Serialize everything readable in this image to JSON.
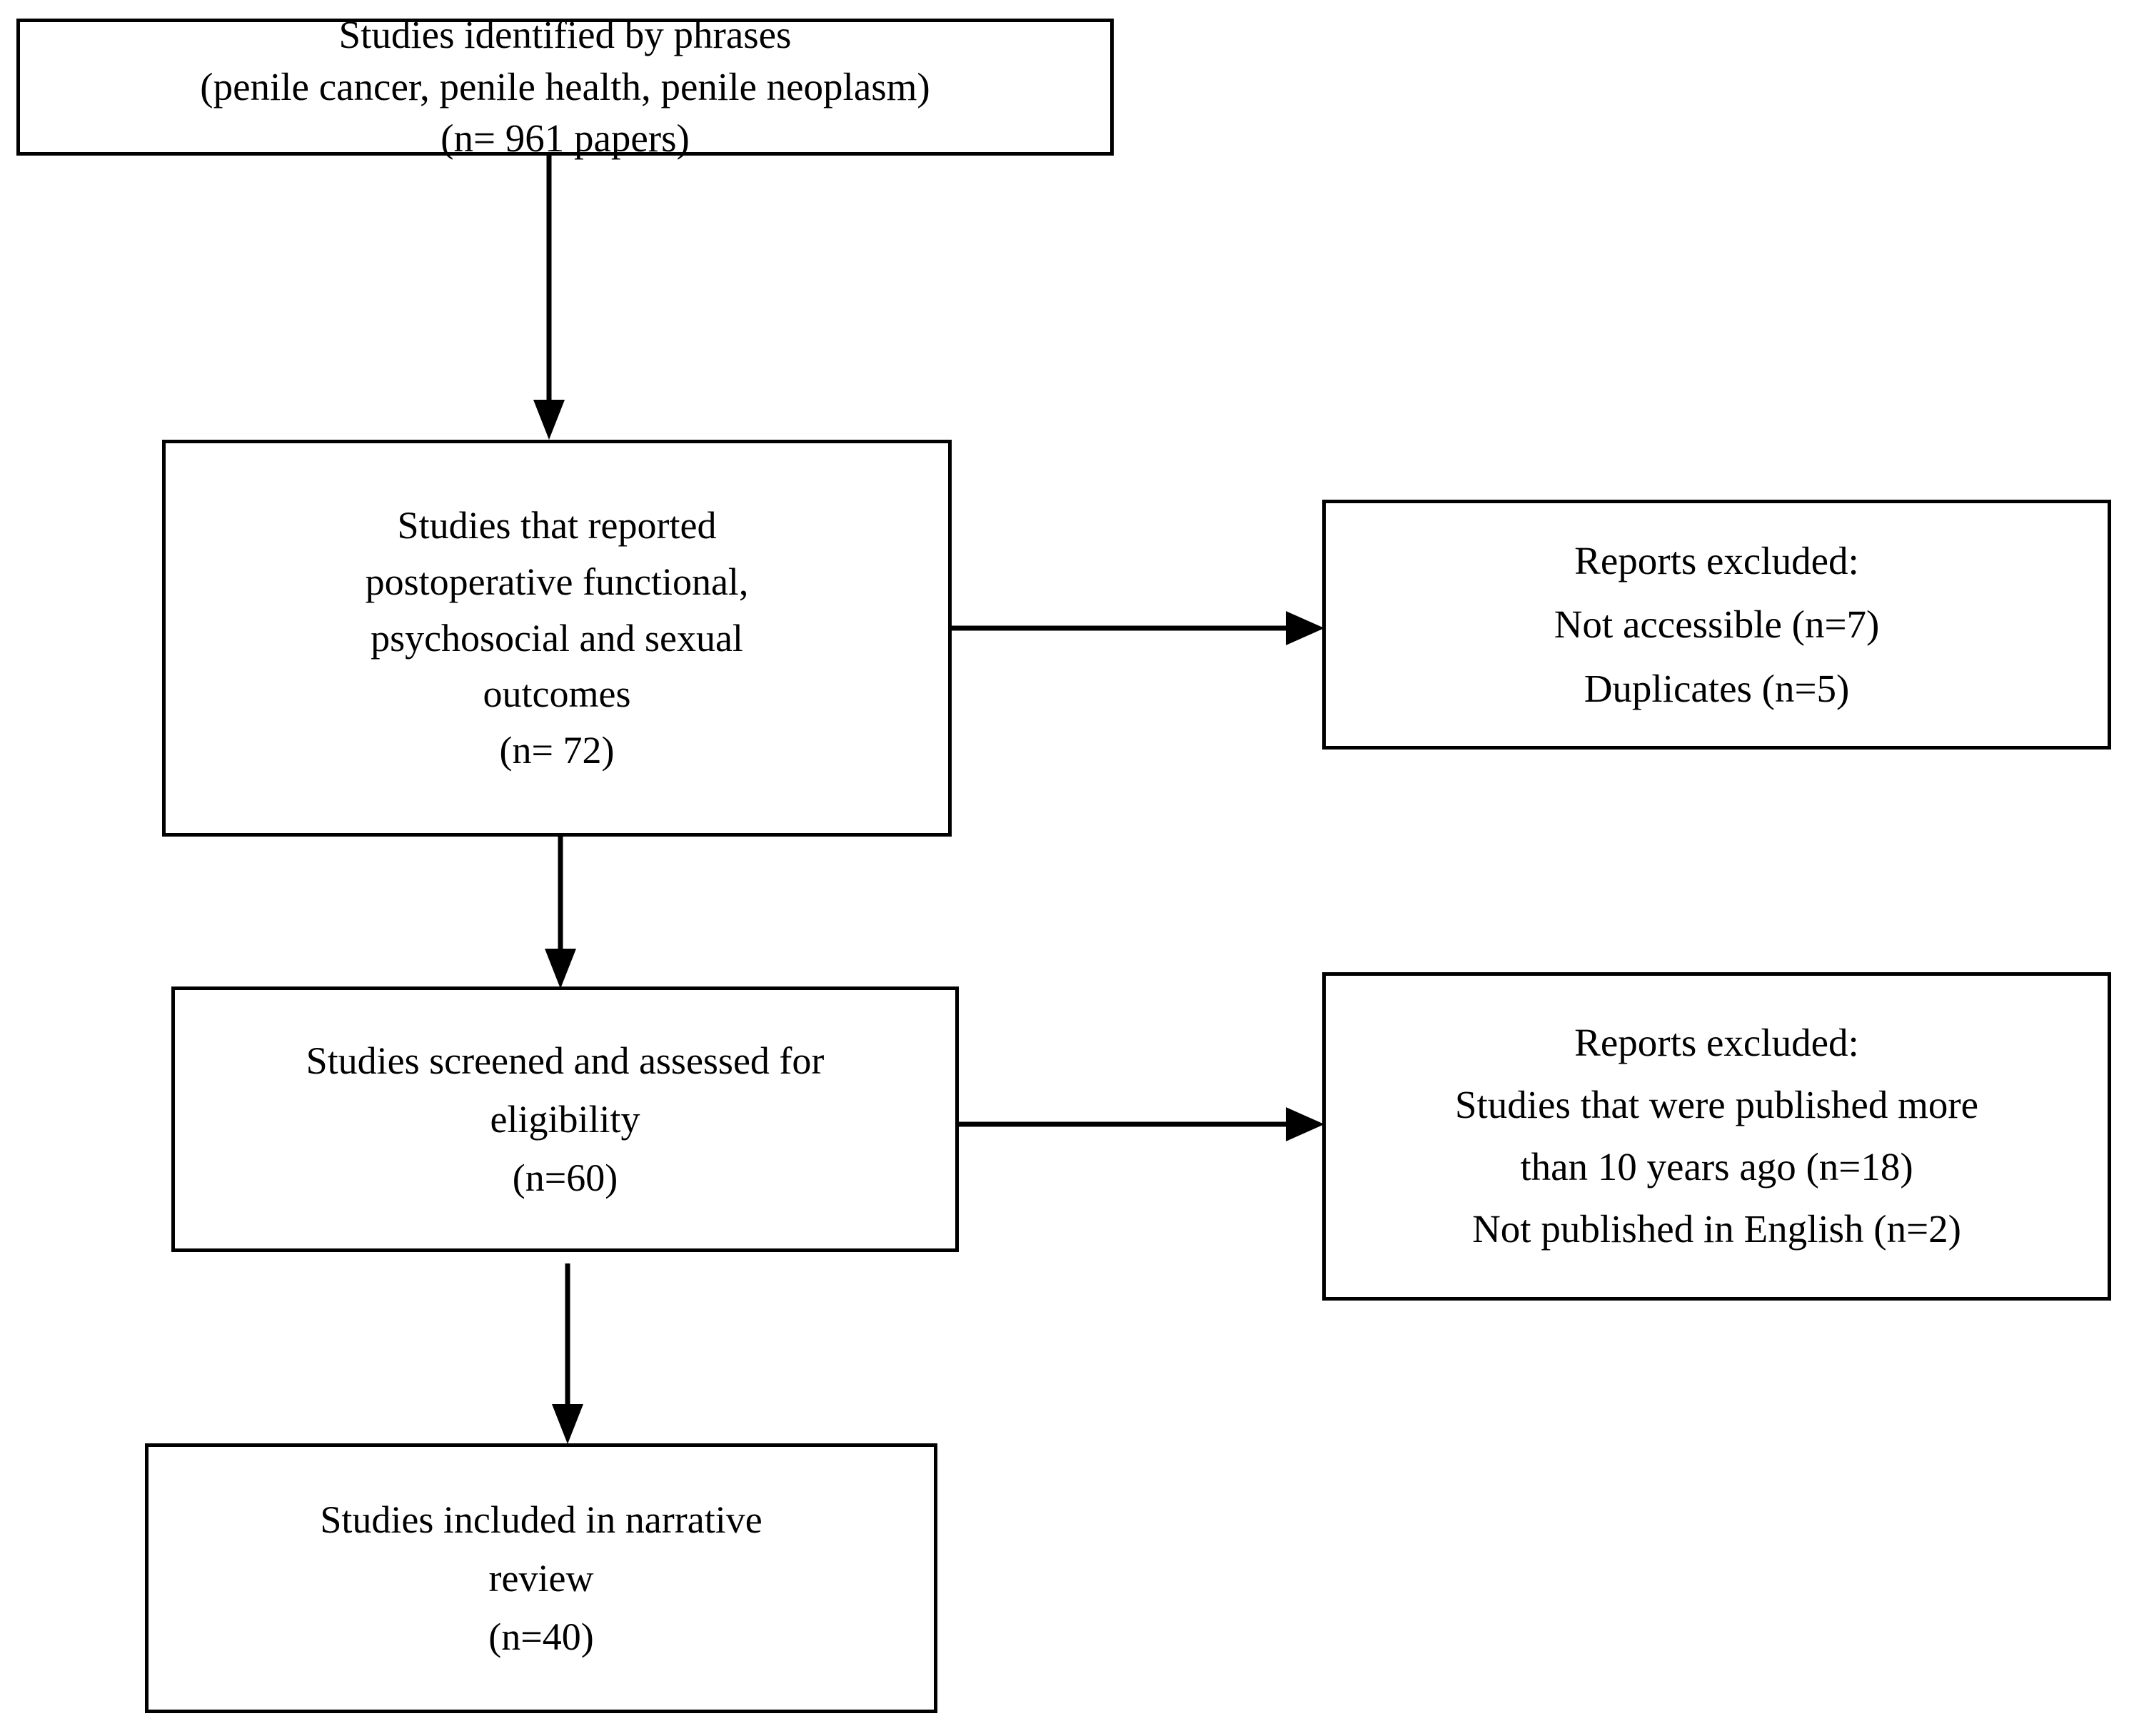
{
  "diagram": {
    "title": "PRISMA study selection flow diagram",
    "stroke_color": "#000000",
    "background_color": "#ffffff",
    "boxes": [
      {
        "id": "identified",
        "lines": [
          "Studies identified by phrases",
          "(penile cancer, penile health, penile neoplasm)",
          "(n= 961 papers)"
        ]
      },
      {
        "id": "reported-outcomes",
        "lines": [
          "Studies that reported",
          "postoperative functional,",
          "psychosocial and sexual",
          "outcomes",
          "(n= 72)"
        ]
      },
      {
        "id": "excluded-1",
        "lines": [
          "Reports excluded:",
          "Not accessible  (n=7)",
          "Duplicates (n=5)"
        ]
      },
      {
        "id": "screened",
        "lines": [
          "Studies screened and assessed  for",
          "eligibility",
          "(n=60)"
        ]
      },
      {
        "id": "excluded-2",
        "lines": [
          "Reports excluded:",
          "Studies that were published more",
          "than 10 years ago (n=18)",
          "Not published in English (n=2)"
        ]
      },
      {
        "id": "included",
        "lines": [
          "Studies included in narrative",
          "review",
          "(n=40)"
        ]
      }
    ],
    "connectors": [
      {
        "id": "identified-to-reported",
        "direction": "down"
      },
      {
        "id": "reported-to-excluded-1",
        "direction": "right"
      },
      {
        "id": "reported-to-screened",
        "direction": "down"
      },
      {
        "id": "screened-to-excluded-2",
        "direction": "right"
      },
      {
        "id": "screened-to-included",
        "direction": "down"
      }
    ]
  }
}
